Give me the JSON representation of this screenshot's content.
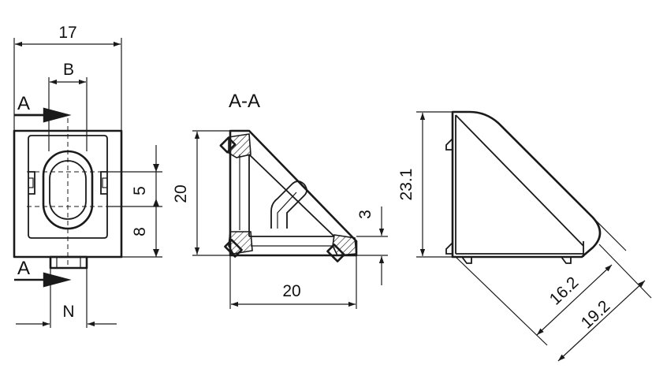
{
  "front_view": {
    "dim_width": "17",
    "dim_b": "B",
    "dim_n": "N",
    "dim_5": "5",
    "dim_8": "8",
    "section_marker_top": "A",
    "section_marker_bottom": "A"
  },
  "section_view": {
    "title": "A-A",
    "dim_height": "20",
    "dim_width": "20",
    "dim_thickness": "3"
  },
  "side_view": {
    "dim_height": "23.1",
    "dim_diag_inner": "16.2",
    "dim_diag_outer": "19.2"
  }
}
